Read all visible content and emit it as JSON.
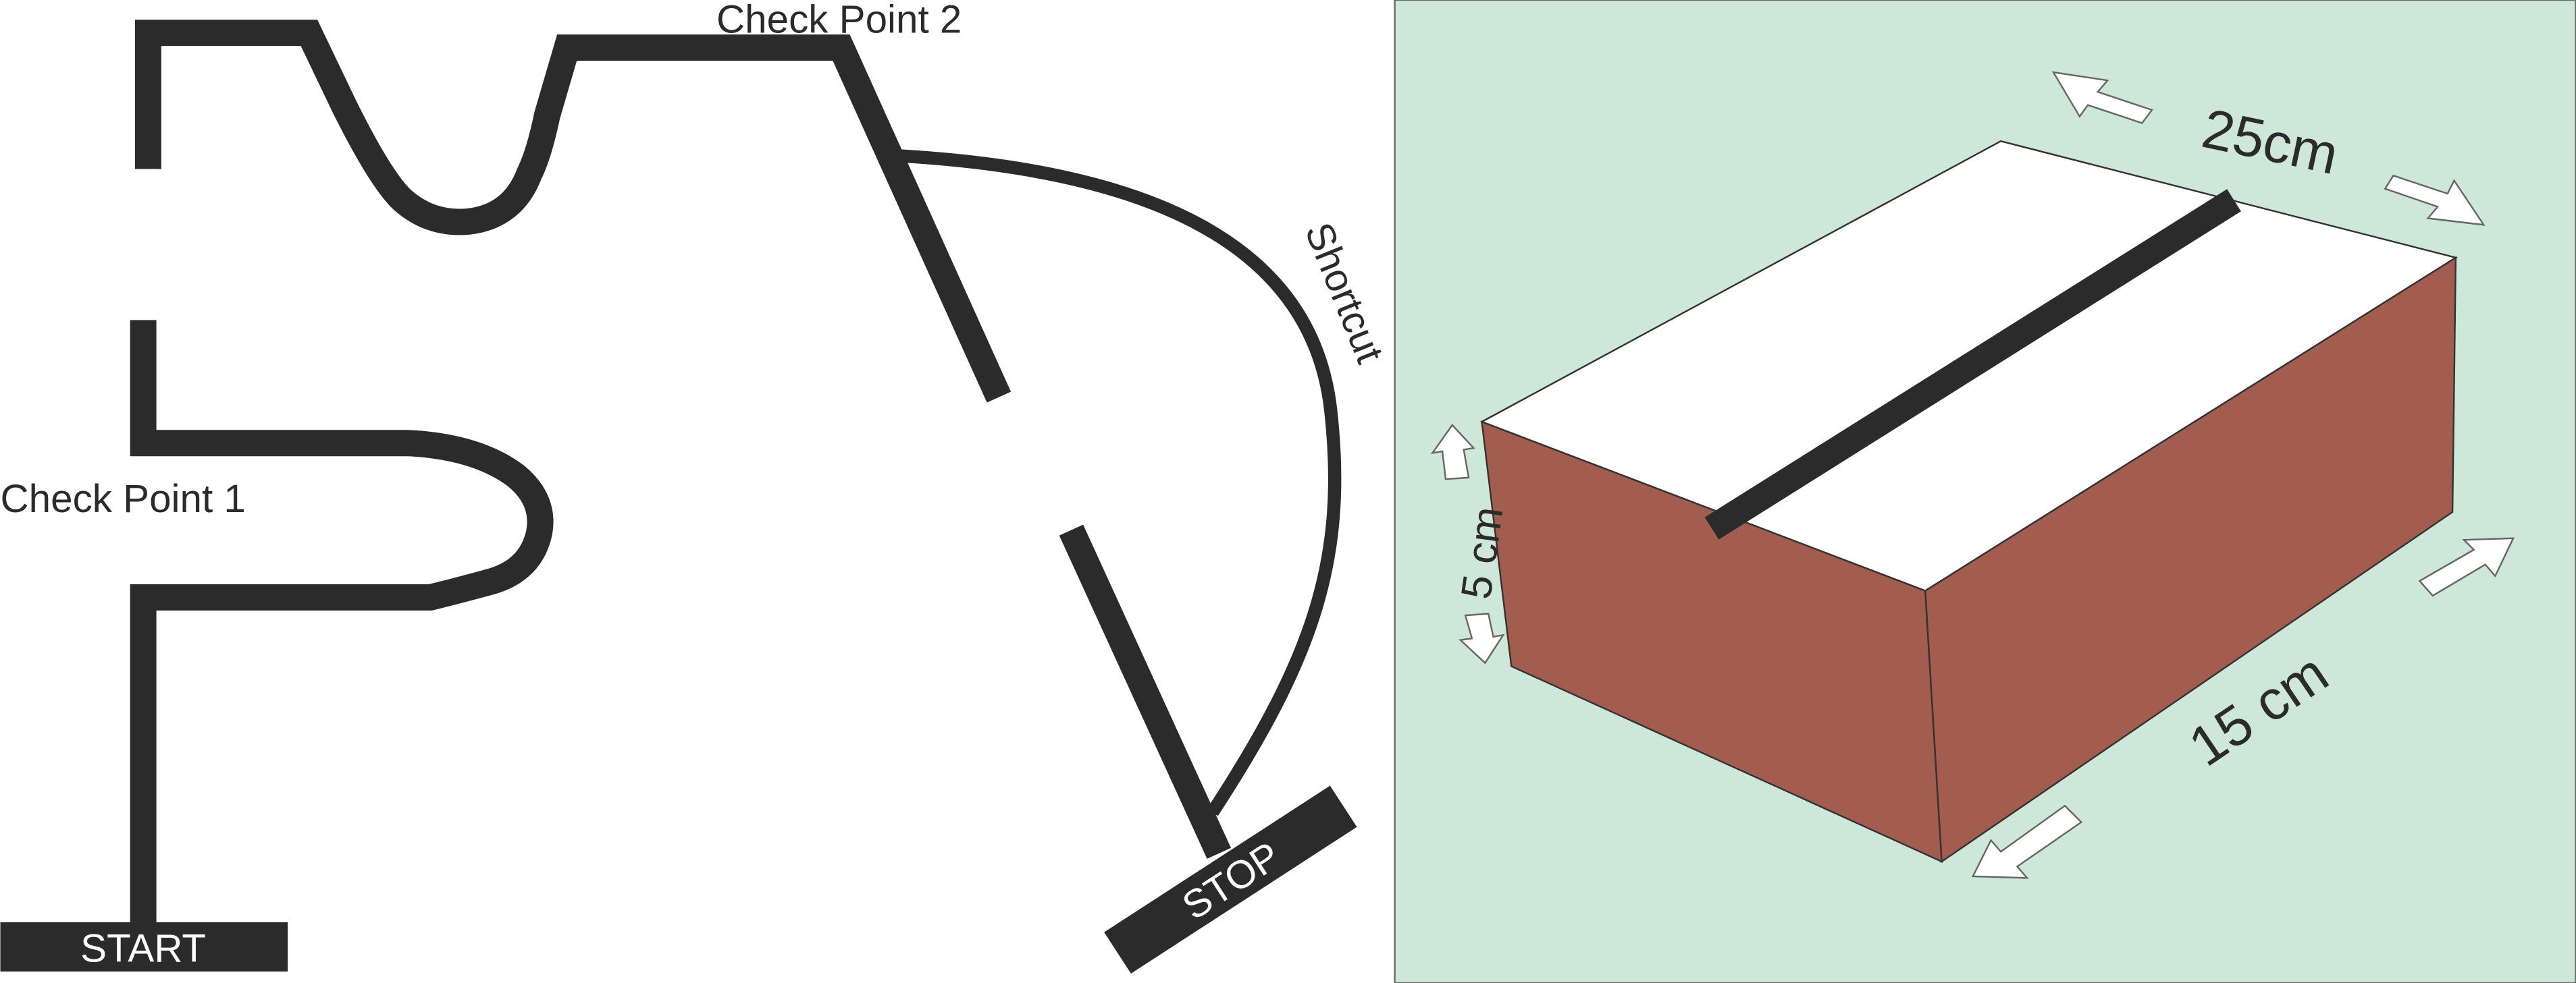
{
  "track": {
    "start_label": "START",
    "stop_label": "STOP",
    "checkpoint1_label": "Check Point 1",
    "checkpoint2_label": "Check Point 2",
    "shortcut_label": "Shortcut"
  },
  "obstacle": {
    "length_label": "25cm",
    "width_label": "15 cm",
    "height_label": "5 cm"
  },
  "colors": {
    "track_line": "#2b2b2b",
    "panel_background": "#cde7d8",
    "box_top": "#ffffff",
    "box_side": "#a25d4e",
    "arrow_fill": "#ffffff"
  }
}
